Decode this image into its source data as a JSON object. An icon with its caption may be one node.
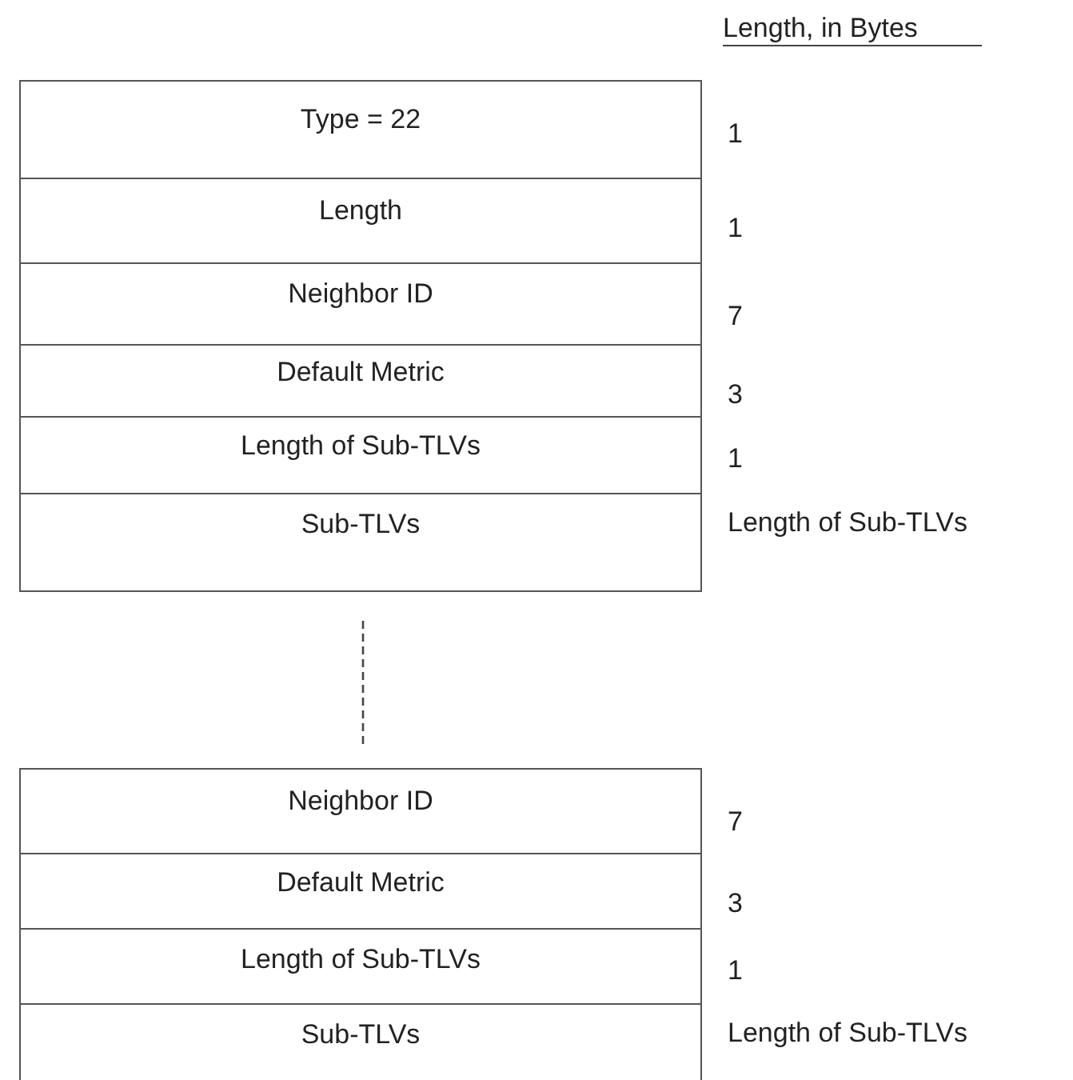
{
  "diagram": {
    "nodes": [
      {
        "text": [
          "Type = 22"
        ],
        "beside": [
          "1"
        ]
      },
      {
        "text": [
          "Length"
        ],
        "beside": [
          "1"
        ]
      },
      {
        "text": [
          "Neighbor ID"
        ],
        "beside": [
          "7"
        ]
      },
      {
        "text": [
          "Default Metric"
        ],
        "beside": [
          "3"
        ]
      },
      {
        "text": [
          "Length of Sub-TLVs"
        ],
        "beside": [
          "1"
        ]
      },
      {
        "text": [
          "Sub-TLVs"
        ],
        "beside": [
          "Length of Sub-TLVs"
        ]
      },
      {
        "text": [
          "Neighbor ID"
        ],
        "beside": [
          "7"
        ]
      },
      {
        "text": [
          "Default Metric"
        ],
        "beside": [
          "3"
        ]
      },
      {
        "text": [
          "Length of Sub-TLVs"
        ],
        "beside": [
          "1"
        ]
      },
      {
        "text": [
          "Sub-TLVs"
        ],
        "beside": [
          "Length of Sub-TLVs"
        ]
      }
    ],
    "labels": [
      "Length, in Bytes"
    ]
  }
}
